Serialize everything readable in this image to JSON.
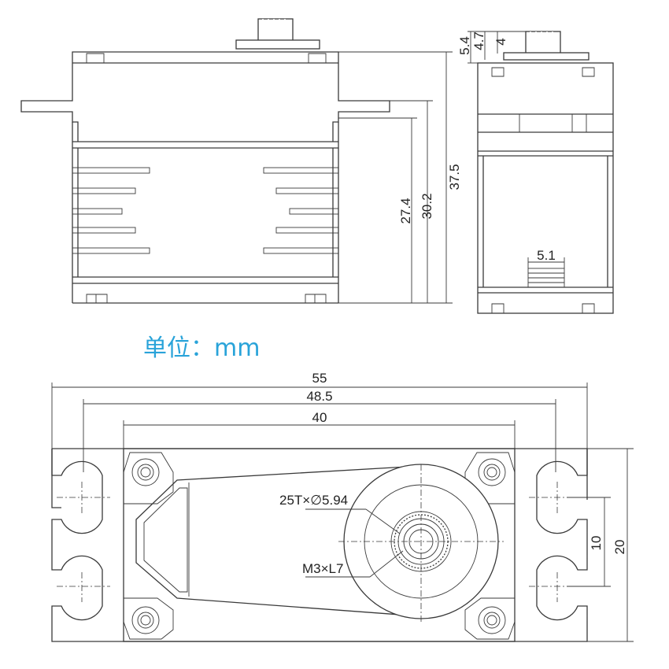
{
  "unit_label": "单位：mm",
  "colors": {
    "line": "#3a3a3a",
    "unit_text": "#29a3d9"
  },
  "side_view": {
    "dims": {
      "height_overall": "37.5",
      "height_to_tab": "30.2",
      "height_body": "27.4"
    }
  },
  "end_view": {
    "dims": {
      "d1": "5.4",
      "d2": "4.7",
      "d3": "4",
      "connector_width": "5.1"
    }
  },
  "top_view": {
    "dims": {
      "length_overall": "55",
      "hole_spacing": "48.5",
      "body_length": "40",
      "width": "20",
      "slot_spacing": "10"
    },
    "labels": {
      "spline": "25T×∅5.94",
      "screw": "M3×L7"
    }
  }
}
